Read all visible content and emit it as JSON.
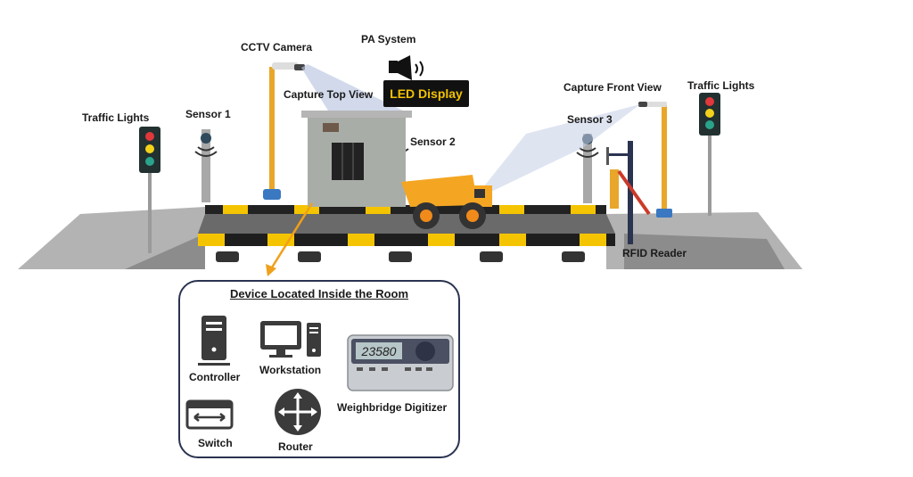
{
  "labels": {
    "cctv_camera": "CCTV Camera",
    "pa_system": "PA System",
    "capture_top_view": "Capture Top View",
    "led_display": "LED Display",
    "traffic_lights_left": "Traffic Lights",
    "sensor_1": "Sensor 1",
    "sensor_2": "Sensor 2",
    "sensor_3": "Sensor 3",
    "capture_front_view": "Capture Front View",
    "traffic_lights_right": "Traffic Lights",
    "rfid_reader": "RFID Reader"
  },
  "room": {
    "title": "Device Located Inside the Room",
    "devices": {
      "controller": "Controller",
      "workstation": "Workstation",
      "switch": "Switch",
      "router": "Router",
      "digitizer": "Weighbridge Digitizer"
    },
    "digitizer_reading": "23580"
  },
  "colors": {
    "yellow": "#f5c400",
    "pole_orange": "#e8a72a",
    "ground": "#b8b8b8",
    "led_text": "#f2c200",
    "box_border": "#2a3350",
    "icon_gray": "#3b3b3b"
  }
}
